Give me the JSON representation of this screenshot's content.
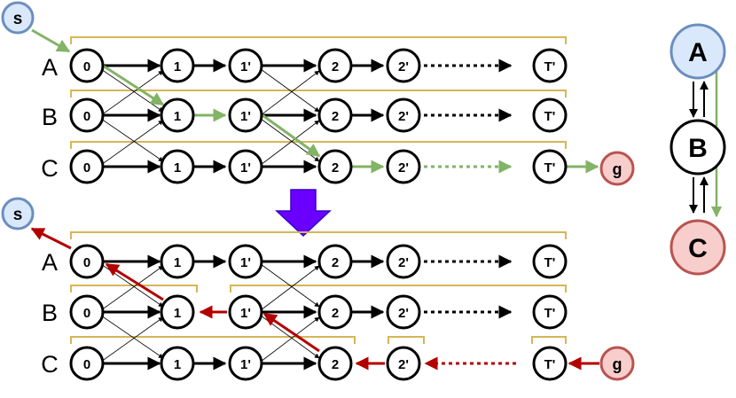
{
  "diagram": {
    "top": {
      "rows": [
        {
          "label": "A",
          "nodes": [
            "0",
            "1",
            "1'",
            "2",
            "2'",
            "T'"
          ]
        },
        {
          "label": "B",
          "nodes": [
            "0",
            "1",
            "1'",
            "2",
            "2'",
            "T'"
          ]
        },
        {
          "label": "C",
          "nodes": [
            "0",
            "1",
            "1'",
            "2",
            "2'",
            "T'"
          ]
        }
      ],
      "start": "s",
      "goal": "g"
    },
    "bottom": {
      "rows": [
        {
          "label": "A",
          "nodes": [
            "0",
            "1",
            "1'",
            "2",
            "2'",
            "T'"
          ]
        },
        {
          "label": "B",
          "nodes": [
            "0",
            "1",
            "1'",
            "2",
            "2'",
            "T'"
          ]
        },
        {
          "label": "C",
          "nodes": [
            "0",
            "1",
            "1'",
            "2",
            "2'",
            "T'"
          ]
        }
      ],
      "start": "s",
      "goal": "g"
    },
    "graph": {
      "nodes": [
        "A",
        "B",
        "C"
      ]
    },
    "colors": {
      "forward_path": "#82b366",
      "backward_path": "#b20000",
      "bracket": "#d6b656",
      "transition_arrow": "#6a00ff",
      "start_fill": "#dae8fc",
      "start_stroke": "#6c8ebf",
      "goal_fill": "#f8cecc",
      "goal_stroke": "#b85450"
    }
  }
}
